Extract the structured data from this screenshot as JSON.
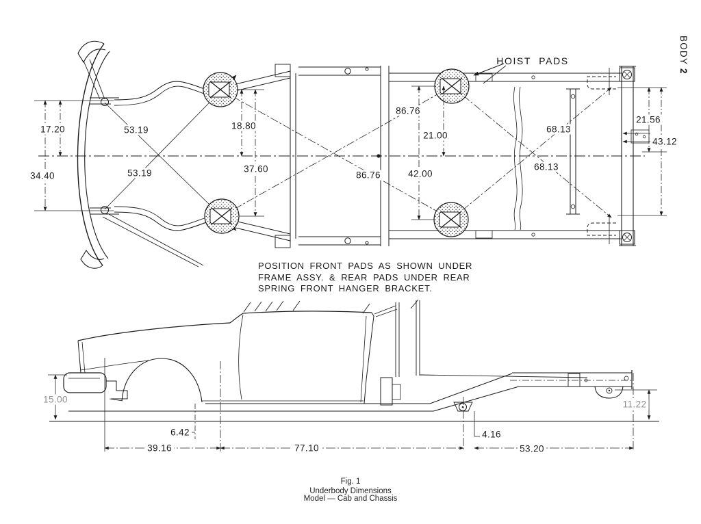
{
  "page_tag": {
    "word": "BODY",
    "number": "2"
  },
  "top_view": {
    "hoist_pads_label": "HOIST PADS",
    "dims": {
      "half_width_front": "17.20",
      "diag_front_upper": "53.19",
      "full_width_front": "34.40",
      "diag_front_lower": "53.19",
      "pad_half_front": "18.80",
      "pad_spread_front": "37.60",
      "diag_mid_upper": "86.76",
      "pad_half_rear": "21.00",
      "pad_spread_rear": "42.00",
      "diag_mid_lower": "86.76",
      "diag_rear_upper": "68.13",
      "diag_rear_lower": "68.13",
      "half_width_rear": "21.56",
      "full_width_rear": "43.12"
    }
  },
  "note": {
    "line1": "POSITION FRONT PADS AS SHOWN UNDER",
    "line2": "FRAME ASSY. & REAR PADS UNDER REAR",
    "line3": "SPRING FRONT HANGER BRACKET."
  },
  "side_view": {
    "dims": {
      "bumper_height": "15.00",
      "front_offset": "6.42",
      "span_front": "39.16",
      "span_mid": "77.10",
      "shackle_offset": "4.16",
      "span_rear": "53.20",
      "rear_height": "11.22"
    }
  },
  "caption": {
    "figure": "Fig. 1",
    "title": "Underbody Dimensions",
    "model": "Model — Cab and Chassis"
  },
  "colors": {
    "line": "#1b1b1b",
    "faint_label": "#8f8f8f",
    "background": "#ffffff"
  }
}
